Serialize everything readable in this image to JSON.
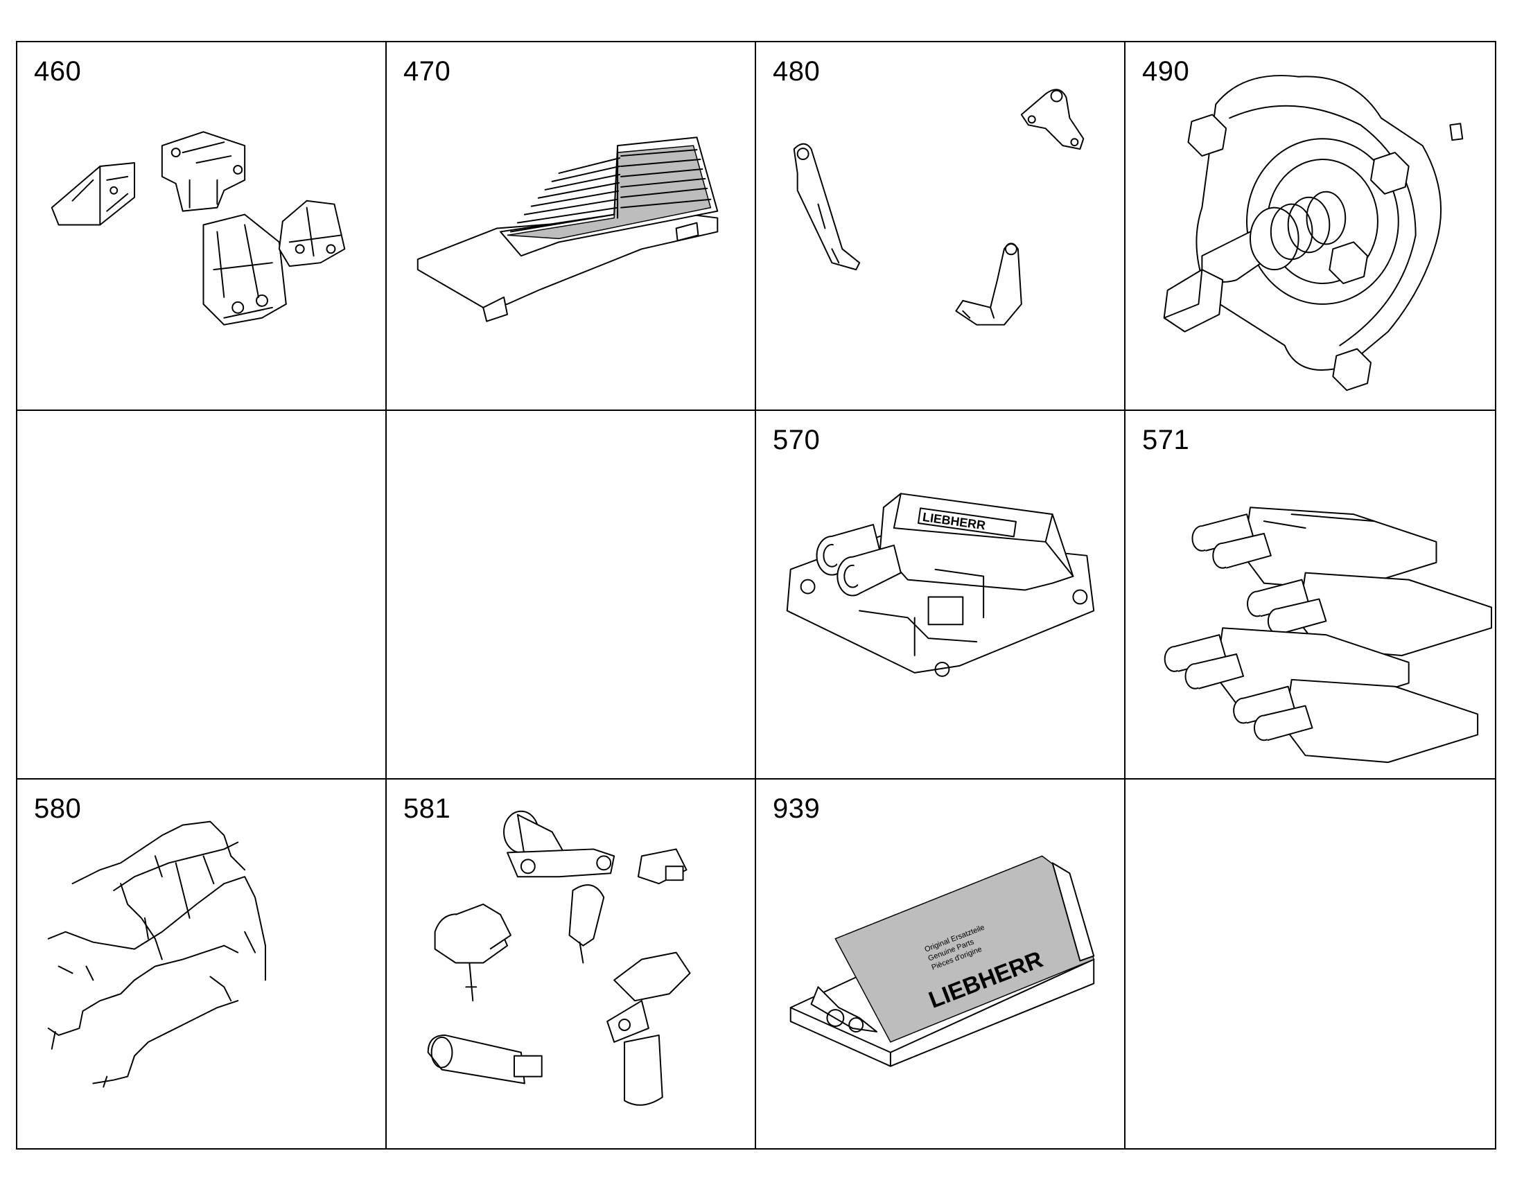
{
  "cells": [
    {
      "number": "460",
      "icon": "engine-mount-brackets-icon"
    },
    {
      "number": "470",
      "icon": "radiator-grille-icon"
    },
    {
      "number": "480",
      "icon": "lifting-eyes-icon"
    },
    {
      "number": "490",
      "icon": "pump-flange-icon"
    },
    {
      "number": "",
      "icon": ""
    },
    {
      "number": "",
      "icon": ""
    },
    {
      "number": "570",
      "icon": "control-unit-icon"
    },
    {
      "number": "571",
      "icon": "control-unit-set-icon"
    },
    {
      "number": "580",
      "icon": "wiring-harness-icon"
    },
    {
      "number": "581",
      "icon": "sensors-icon"
    },
    {
      "number": "939",
      "icon": "spare-parts-kit-icon"
    },
    {
      "number": "",
      "icon": ""
    }
  ],
  "kit": {
    "brand": "LIEBHERR",
    "label_lines": [
      "Original Ersatzteile",
      "Genuine Parts",
      "Pièces d'origine"
    ]
  }
}
